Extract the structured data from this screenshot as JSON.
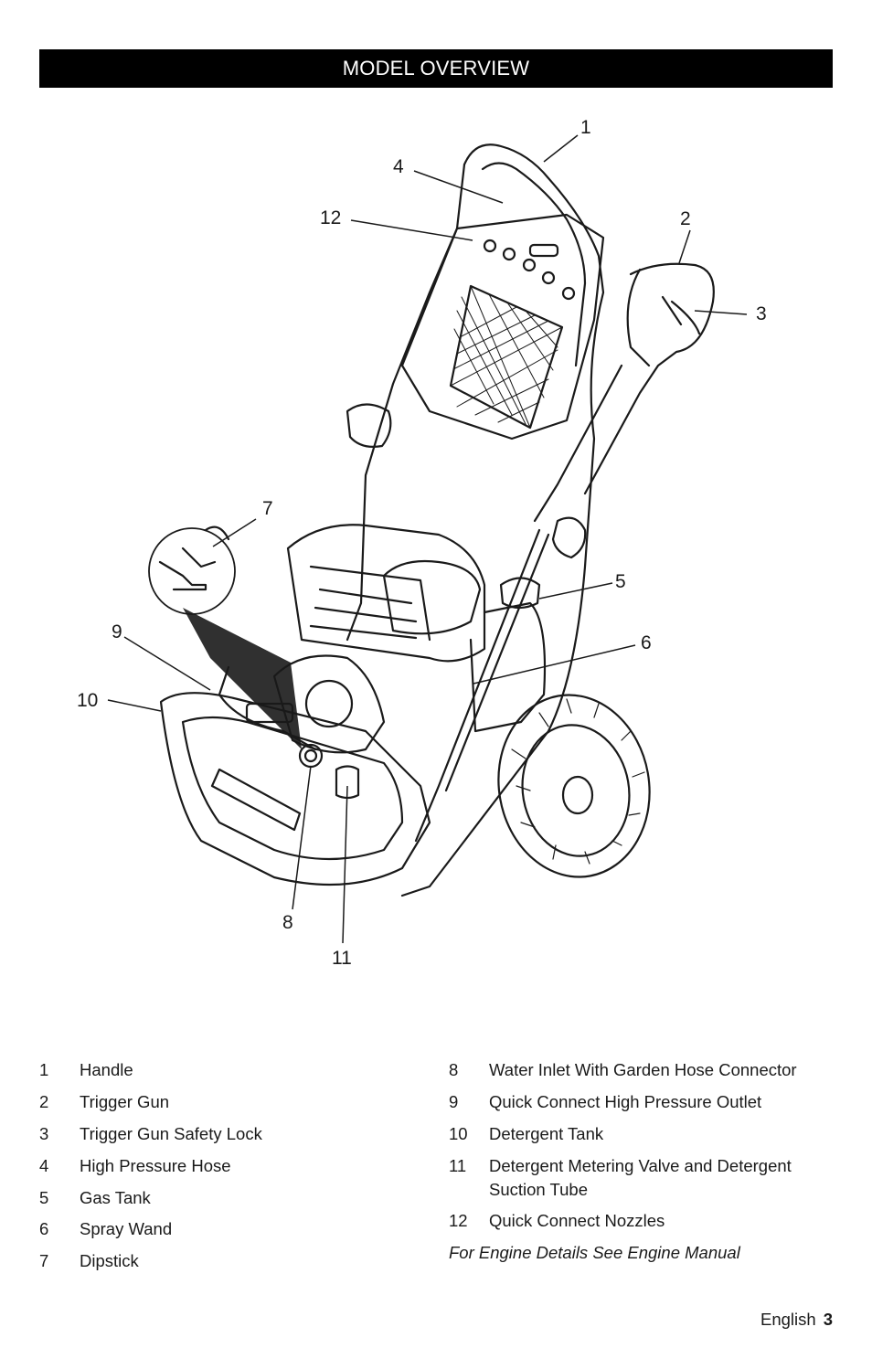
{
  "header": {
    "title": "MODEL OVERVIEW"
  },
  "diagram": {
    "callouts": [
      "1",
      "2",
      "3",
      "4",
      "5",
      "6",
      "7",
      "8",
      "9",
      "10",
      "11",
      "12"
    ]
  },
  "legend": {
    "left": [
      {
        "num": "1",
        "text": "Handle"
      },
      {
        "num": "2",
        "text": "Trigger Gun"
      },
      {
        "num": "3",
        "text": "Trigger Gun Safety Lock"
      },
      {
        "num": "4",
        "text": "High Pressure Hose"
      },
      {
        "num": "5",
        "text": "Gas Tank"
      },
      {
        "num": "6",
        "text": "Spray Wand"
      },
      {
        "num": "7",
        "text": "Dipstick"
      }
    ],
    "right": [
      {
        "num": "8",
        "text": "Water Inlet With Garden Hose Connector"
      },
      {
        "num": "9",
        "text": "Quick Connect High Pressure Outlet"
      },
      {
        "num": "10",
        "text": "Detergent Tank"
      },
      {
        "num": "11",
        "text": "Detergent Metering Valve and Detergent Suction Tube"
      },
      {
        "num": "12",
        "text": "Quick Connect Nozzles"
      }
    ],
    "note": "For Engine Details See Engine Manual"
  },
  "footer": {
    "language": "English",
    "page": "3"
  }
}
